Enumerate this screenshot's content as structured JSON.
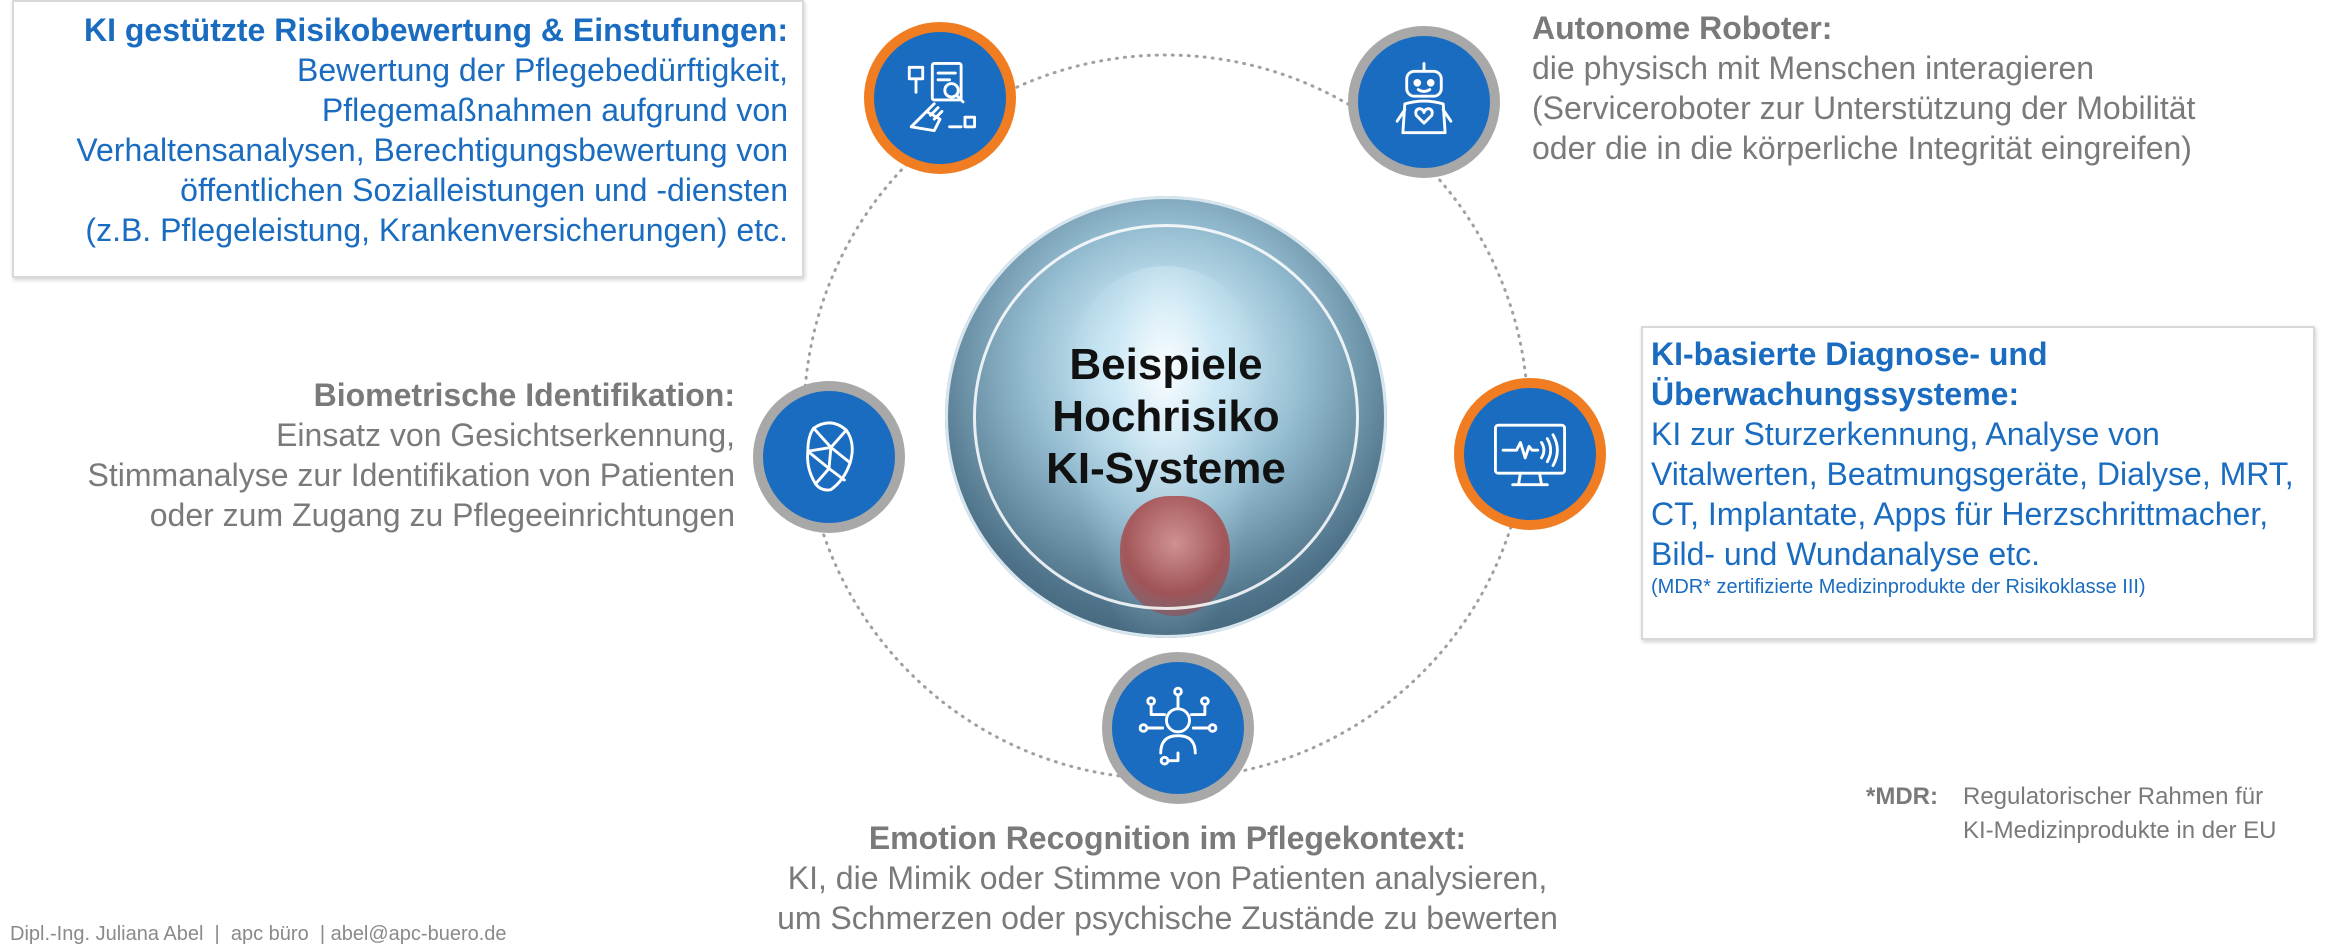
{
  "center": {
    "line1": "Beispiele",
    "line2": "Hochrisiko",
    "line3": "KI-Systeme"
  },
  "risk": {
    "title": "KI gestützte Risikobewertung & Einstufungen:",
    "lines": [
      "Bewertung der Pflegebedürftigkeit,",
      "Pflegemaßnahmen aufgrund von",
      "Verhaltensanalysen, Berechtigungsbewertung von",
      "öffentlichen Sozialleistungen und -diensten",
      "(z.B. Pflegeleistung, Krankenversicherungen) etc."
    ]
  },
  "robots": {
    "title": "Autonome Roboter:",
    "lines": [
      "die physisch mit Menschen interagieren",
      "(Serviceroboter zur Unterstützung der Mobilität",
      "oder die in die körperliche Integrität eingreifen)"
    ]
  },
  "biometric": {
    "title": "Biometrische Identifikation:",
    "lines": [
      "Einsatz von Gesichtserkennung,",
      "Stimmanalyse zur Identifikation von Patienten",
      "oder zum Zugang zu Pflegeeinrichtungen"
    ]
  },
  "diagnosis": {
    "title1": "KI-basierte Diagnose- und",
    "title2": "Überwachungssysteme:",
    "lines": [
      "KI zur Sturzerkennung, Analyse von",
      "Vitalwerten, Beatmungsgeräte, Dialyse, MRT,",
      "CT, Implantate, Apps für Herzschrittmacher,",
      "Bild- und Wundanalyse etc."
    ],
    "note": "(MDR* zertifizierte Medizinprodukte der Risikoklasse III)"
  },
  "emotion": {
    "title": "Emotion Recognition im Pflegekontext:",
    "lines": [
      "KI, die Mimik oder Stimme von Patienten analysieren,",
      "um Schmerzen oder psychische Zustände zu bewerten"
    ]
  },
  "footnote": {
    "key": "*MDR:",
    "line1": "Regulatorischer Rahmen für",
    "line2": "KI-Medizinprodukte in der EU"
  },
  "credit": "Dipl.-Ing. Juliana Abel  |  apc büro  | abel@apc-buero.de",
  "colors": {
    "accent_blue": "#1a6cc0",
    "accent_orange": "#f07d21",
    "ring_gray": "#a8a8a8",
    "text_gray": "#7a7a7a"
  },
  "icons": {
    "risk": "document-magnifier-hand-icon",
    "robots": "robot-heart-icon",
    "biometric": "face-mesh-icon",
    "diagnosis": "monitor-heartbeat-icon",
    "emotion": "person-network-icon"
  }
}
